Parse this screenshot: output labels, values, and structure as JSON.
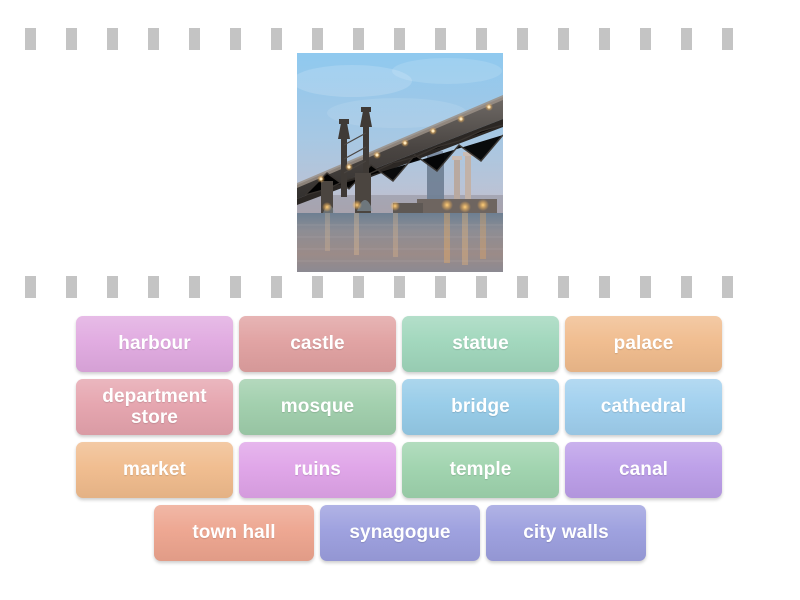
{
  "activity": {
    "type": "find-the-match",
    "prompt_image": {
      "alt": "Queensboro Bridge at dusk over the East River",
      "description": "steel cantilever bridge lit with orange lights at twilight, city skyline and power-plant smokestacks behind, reflections on the water"
    }
  },
  "filmstrip": {
    "dash_count_top": 18,
    "dash_count_mid": 18,
    "dash_color": "#c4c4c4"
  },
  "tiles": {
    "rows": [
      [
        {
          "label": "harbour",
          "color": "#e0a9e0"
        },
        {
          "label": "castle",
          "color": "#e0a0a0"
        },
        {
          "label": "statue",
          "color": "#9fd6bb"
        },
        {
          "label": "palace",
          "color": "#f0bb8c"
        }
      ],
      [
        {
          "label": "department store",
          "color": "#e5a3ad"
        },
        {
          "label": "mosque",
          "color": "#9fceab"
        },
        {
          "label": "bridge",
          "color": "#95cbe8"
        },
        {
          "label": "cathedral",
          "color": "#9fcfee"
        }
      ],
      [
        {
          "label": "market",
          "color": "#f0bb8c"
        },
        {
          "label": "ruins",
          "color": "#dfa3e8"
        },
        {
          "label": "temple",
          "color": "#9ed3ad"
        },
        {
          "label": "canal",
          "color": "#bb9de8"
        }
      ],
      [
        {
          "label": "town hall",
          "color": "#eda48e"
        },
        {
          "label": "synagogue",
          "color": "#9b9ede"
        },
        {
          "label": "city walls",
          "color": "#9b9ede"
        }
      ]
    ]
  }
}
